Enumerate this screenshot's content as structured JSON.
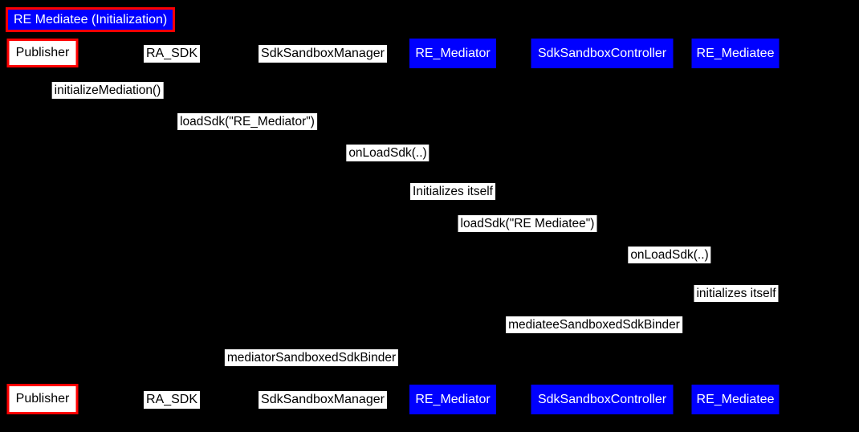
{
  "diagram": {
    "title": "RE Mediatee (Initialization)",
    "participants": [
      {
        "name": "Publisher",
        "style": "white-box-red-border"
      },
      {
        "name": "RA_SDK",
        "style": "white-label"
      },
      {
        "name": "SdkSandboxManager",
        "style": "white-label"
      },
      {
        "name": "RE_Mediator",
        "style": "blue-box"
      },
      {
        "name": "SdkSandboxController",
        "style": "blue-box"
      },
      {
        "name": "RE_Mediatee",
        "style": "blue-box"
      }
    ],
    "messages": [
      {
        "text": "initializeMediation()",
        "from": "Publisher",
        "to": "RA_SDK"
      },
      {
        "text": "loadSdk(\"RE_Mediator\")",
        "from": "RA_SDK",
        "to": "SdkSandboxManager"
      },
      {
        "text": "onLoadSdk(..)",
        "from": "SdkSandboxManager",
        "to": "RE_Mediator"
      },
      {
        "text": "Initializes itself",
        "from": "RE_Mediator",
        "to": "RE_Mediator"
      },
      {
        "text": "loadSdk(\"RE Mediatee\")",
        "from": "RE_Mediator",
        "to": "SdkSandboxController"
      },
      {
        "text": "onLoadSdk(..)",
        "from": "SdkSandboxController",
        "to": "RE_Mediatee"
      },
      {
        "text": "initializes itself",
        "from": "RE_Mediatee",
        "to": "RE_Mediatee"
      },
      {
        "text": "mediateeSandboxedSdkBinder",
        "from": "RE_Mediatee",
        "to": "RE_Mediator"
      },
      {
        "text": "mediatorSandboxedSdkBinder",
        "from": "RE_Mediator",
        "to": "RA_SDK"
      }
    ]
  },
  "colors": {
    "background": "#000000",
    "actor-blue": "#0000ff",
    "accent-red": "#ff0000",
    "label-bg": "#ffffff",
    "label-text": "#000000",
    "actor-text-light": "#ffffff"
  }
}
